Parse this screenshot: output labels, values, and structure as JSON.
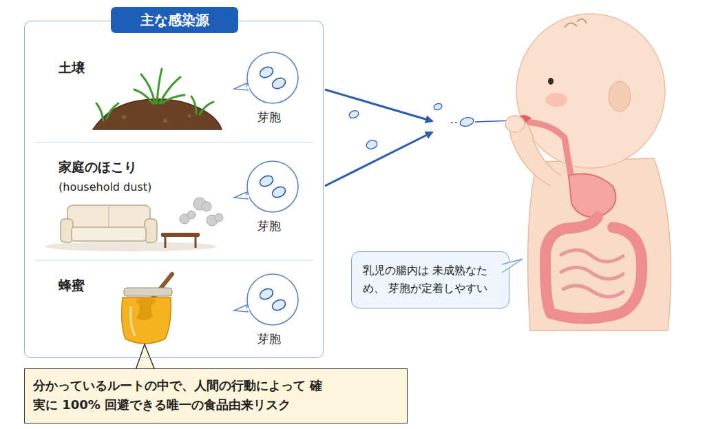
{
  "diagram": {
    "nodes": [
      {
        "text": [
          "主な感染源"
        ]
      },
      {
        "text": [
          "芽胞"
        ],
        "in": 0
      },
      {
        "text": [
          "芽胞"
        ],
        "in": 0
      },
      {
        "text": [
          "芽胞"
        ],
        "in": 0
      },
      {
        "text": [
          "分かっているルートの中で、人間の行動によって 確実に 100% 回避できる唯一の食品由来リスク"
        ]
      },
      {
        "text": [
          "乳児の腸内は 未成熟なため、 芽胞が定着しやすい"
        ]
      }
    ],
    "labels": [
      "土壌",
      "家庭のほこり",
      "(household dust)",
      "蜂蜜"
    ]
  }
}
